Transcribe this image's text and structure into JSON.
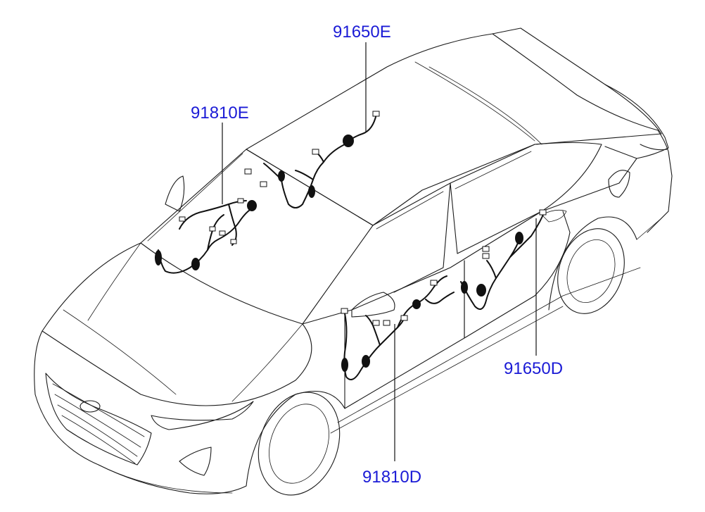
{
  "colors": {
    "label": "#1b1bd6",
    "line": "#1a1a1a",
    "background": "#ffffff"
  },
  "callouts": [
    {
      "id": "roof",
      "part_number": "91650E"
    },
    {
      "id": "front-floor",
      "part_number": "91810E"
    },
    {
      "id": "rear-door",
      "part_number": "91650D"
    },
    {
      "id": "front-door",
      "part_number": "91810D"
    }
  ]
}
